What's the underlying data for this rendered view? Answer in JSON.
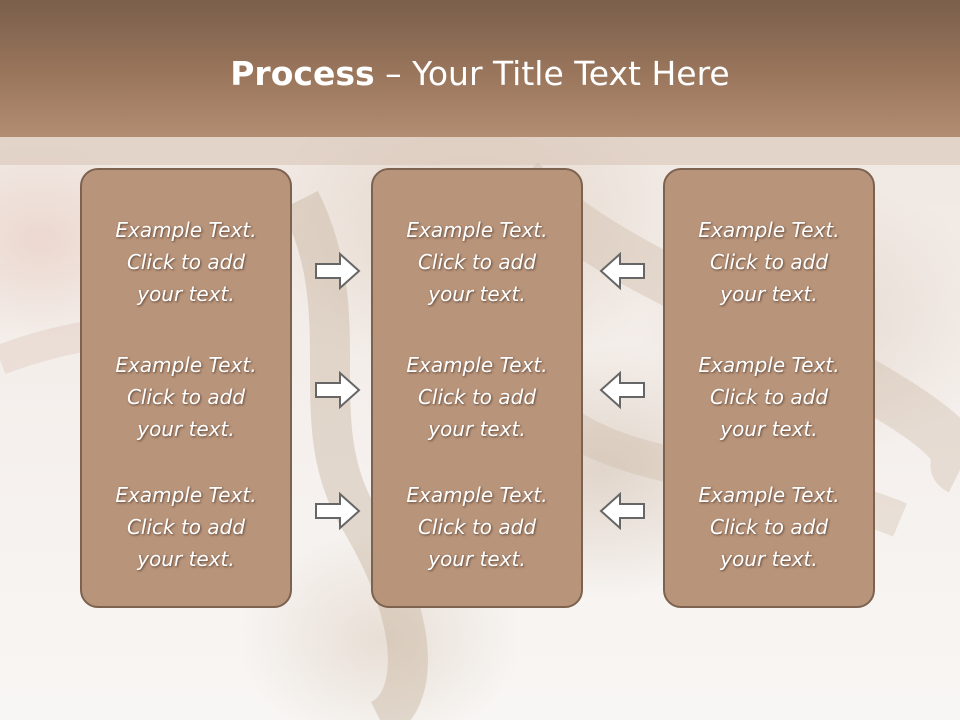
{
  "slide": {
    "title_bold": "Process",
    "title_rest": " – Your Title Text Here"
  },
  "columns": [
    {
      "entries": [
        {
          "line1": "Example Text.",
          "line2": "Click  to add",
          "line3": "your text."
        },
        {
          "line1": "Example Text.",
          "line2": "Click  to add",
          "line3": "your text."
        },
        {
          "line1": "Example Text.",
          "line2": "Click  to add",
          "line3": "your text."
        }
      ]
    },
    {
      "entries": [
        {
          "line1": "Example Text.",
          "line2": "Click  to add",
          "line3": "your text."
        },
        {
          "line1": "Example Text.",
          "line2": "Click  to add",
          "line3": "your text."
        },
        {
          "line1": "Example Text.",
          "line2": "Click  to add",
          "line3": "your text."
        }
      ]
    },
    {
      "entries": [
        {
          "line1": "Example Text.",
          "line2": "Click  to add",
          "line3": "your text."
        },
        {
          "line1": "Example Text.",
          "line2": "Click  to add",
          "line3": "your text."
        },
        {
          "line1": "Example Text.",
          "line2": "Click  to add",
          "line3": "your text."
        }
      ]
    }
  ],
  "arrows": {
    "left_group": "arrow-right-icon",
    "right_group": "arrow-left-icon"
  },
  "colors": {
    "header": "#9a765c",
    "box_fill": "#b8947a",
    "box_border": "#7d6250",
    "arrow_stroke": "#666666"
  }
}
